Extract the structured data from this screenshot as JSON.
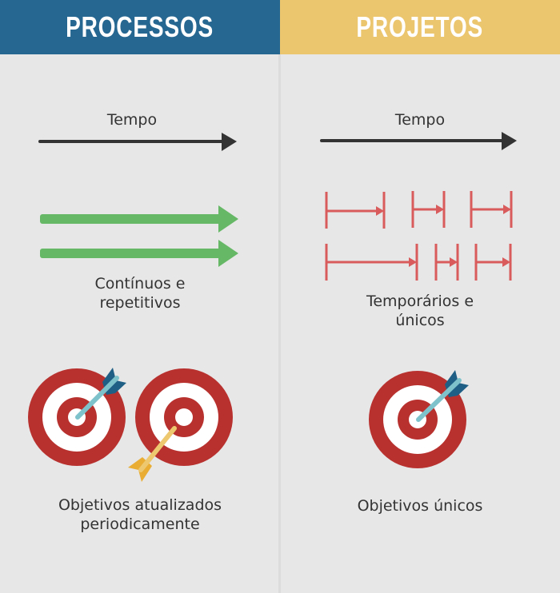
{
  "columns": {
    "left": {
      "title": "PROCESSOS",
      "header_color": "#266791",
      "time_label": "Tempo",
      "duration_label": "Contínuos e repetitivos",
      "duration_line1": "Contínuos e",
      "duration_line2": "repetitivos",
      "goal_label_line1": "Objetivos atualizados",
      "goal_label_line2": "periodicamente"
    },
    "right": {
      "title": "PROJETOS",
      "header_color": "#ecc56f",
      "time_label": "Tempo",
      "duration_line1": "Temporários e",
      "duration_line2": "únicos",
      "goal_label": "Objetivos únicos"
    }
  },
  "colors": {
    "background": "#e7e7e7",
    "time_arrow": "#333333",
    "continuous_arrow": "#66b866",
    "interval_marker": "#d95b5b",
    "target_red": "#b8312f",
    "target_white": "#ffffff",
    "dart_blue_shaft": "#7ec3cc",
    "dart_blue_fletch": "#1f5f85",
    "dart_yellow_shaft": "#eec86f",
    "dart_yellow_fletch": "#e9ad34"
  },
  "icons": [
    "time-arrow-icon",
    "continuous-arrow-icon",
    "interval-marker-icon",
    "target-icon",
    "dart-icon"
  ]
}
